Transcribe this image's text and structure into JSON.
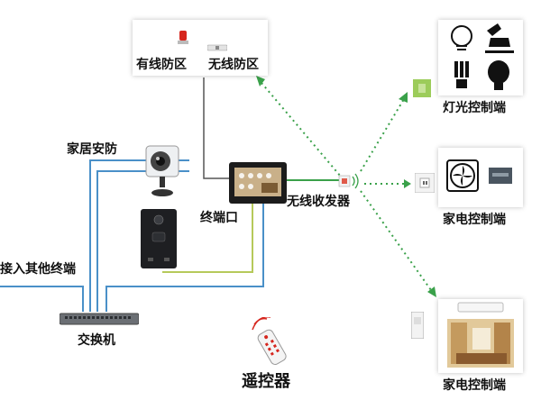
{
  "labels": {
    "wired_zone": "有线防区",
    "wireless_zone": "无线防区",
    "home_security": "家居安防",
    "other_terminals": "接入其他终端",
    "terminal_port": "终端口",
    "wireless_transceiver": "无线收发器",
    "switch": "交换机",
    "remote_control": "遥控器",
    "light_control": "灯光控制端",
    "appliance_control_1": "家电控制端",
    "appliance_control_2": "家电控制端"
  },
  "colors": {
    "wire_blue": "#4a90c8",
    "wire_dark": "#555555",
    "wire_yellowgreen": "#b6c95a",
    "wireless_green": "#3aa14a"
  }
}
